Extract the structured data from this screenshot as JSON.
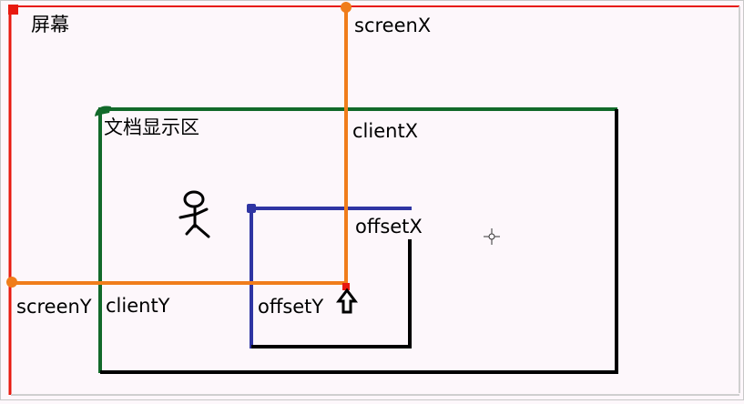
{
  "labels": {
    "screen": "屏幕",
    "document_area": "文档显示区",
    "screen_x": "screenX",
    "screen_y": "screenY",
    "client_x": "clientX",
    "client_y": "clientY",
    "offset_x": "offsetX",
    "offset_y": "offsetY"
  },
  "colors": {
    "background": "#fdf7fb",
    "screen": "#e8190f",
    "document": "#12692a",
    "element": "#2f35a3",
    "coordinate": "#f07d1b",
    "outline": "#000000"
  }
}
